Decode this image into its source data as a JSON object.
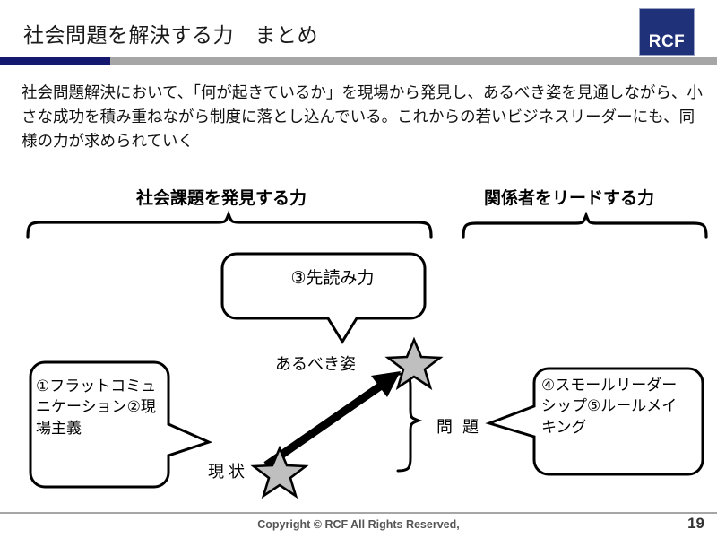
{
  "header": {
    "title": "社会問題を解決する力　まとめ",
    "logo_text": "RCF",
    "logo_color": "#1f3178",
    "rule_navy_color": "#14186e",
    "rule_gray_color": "#a6a6a6"
  },
  "lead": {
    "paragraph": "社会問題解決において、「何が起きているか」を現場から発見し、あるべき姿を見通しながら、小さな成功を積み重ねながら制度に落とし込んでいる。これからの若いビジネスリーダーにも、同様の力が求められていく"
  },
  "diagram": {
    "group_heading_left": "社会課題を発見する力",
    "group_heading_right": "関係者をリードする力",
    "callout_foresight": "③先読み力",
    "callout_left_lines": "①フラットコミュニケーション②現場主義",
    "callout_right_lines": "④スモールリーダーシップ⑤ルールメイキング",
    "label_ideal": "あるべき姿",
    "label_current": "現 状",
    "label_problem": "問 題",
    "star_fill_color": "#bfbfbf",
    "star_outline_color": "#000000",
    "arrow_color": "#000000"
  },
  "footer": {
    "copyright": "Copyright © RCF All Rights Reserved,",
    "page_number": "19"
  }
}
